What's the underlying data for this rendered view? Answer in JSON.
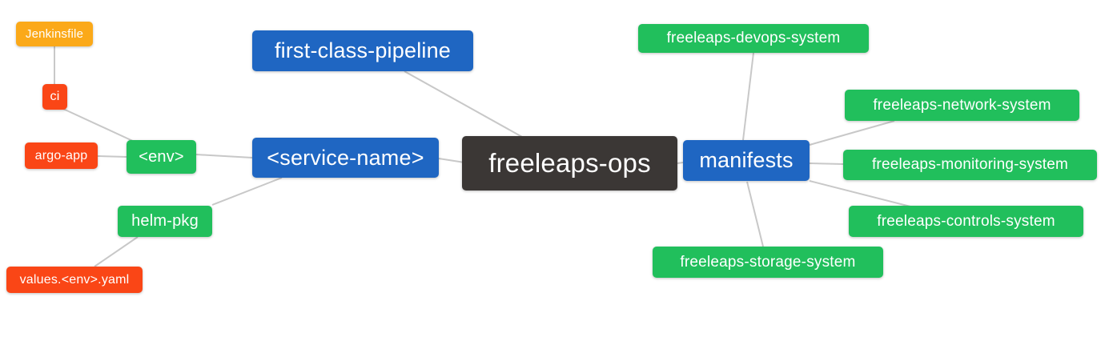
{
  "diagram": {
    "type": "mindmap",
    "root_id": "freeleaps-ops",
    "nodes": [
      {
        "id": "freeleaps-ops",
        "label": "freeleaps-ops",
        "role": "root"
      },
      {
        "id": "first-class-pipeline",
        "label": "first-class-pipeline",
        "role": "branch"
      },
      {
        "id": "service-name",
        "label": "<service-name>",
        "role": "branch"
      },
      {
        "id": "manifests",
        "label": "manifests",
        "role": "branch"
      },
      {
        "id": "env",
        "label": "<env>",
        "role": "green"
      },
      {
        "id": "helm-pkg",
        "label": "helm-pkg",
        "role": "green"
      },
      {
        "id": "ci",
        "label": "ci",
        "role": "red"
      },
      {
        "id": "argo-app",
        "label": "argo-app",
        "role": "red"
      },
      {
        "id": "jenkinsfile",
        "label": "Jenkinsfile",
        "role": "orange"
      },
      {
        "id": "values-env-yaml",
        "label": "values.<env>.yaml",
        "role": "red"
      },
      {
        "id": "freeleaps-devops-system",
        "label": "freeleaps-devops-system",
        "role": "green"
      },
      {
        "id": "freeleaps-network-system",
        "label": "freeleaps-network-system",
        "role": "green"
      },
      {
        "id": "freeleaps-monitoring-system",
        "label": "freeleaps-monitoring-system",
        "role": "green"
      },
      {
        "id": "freeleaps-controls-system",
        "label": "freeleaps-controls-system",
        "role": "green"
      },
      {
        "id": "freeleaps-storage-system",
        "label": "freeleaps-storage-system",
        "role": "green"
      }
    ],
    "edges": [
      {
        "from": "jenkinsfile",
        "to": "ci"
      },
      {
        "from": "ci",
        "to": "env"
      },
      {
        "from": "argo-app",
        "to": "env"
      },
      {
        "from": "env",
        "to": "service-name"
      },
      {
        "from": "helm-pkg",
        "to": "service-name"
      },
      {
        "from": "values-env-yaml",
        "to": "helm-pkg"
      },
      {
        "from": "service-name",
        "to": "freeleaps-ops"
      },
      {
        "from": "first-class-pipeline",
        "to": "freeleaps-ops"
      },
      {
        "from": "freeleaps-ops",
        "to": "manifests"
      },
      {
        "from": "manifests",
        "to": "freeleaps-devops-system"
      },
      {
        "from": "manifests",
        "to": "freeleaps-network-system"
      },
      {
        "from": "manifests",
        "to": "freeleaps-monitoring-system"
      },
      {
        "from": "manifests",
        "to": "freeleaps-controls-system"
      },
      {
        "from": "manifests",
        "to": "freeleaps-storage-system"
      }
    ]
  },
  "colors": {
    "root_bg": "#3B3735",
    "branch_bg": "#1F66C2",
    "green_bg": "#21BF5C",
    "green-lg_bg": "#21BF5C",
    "red_bg": "#FA4616",
    "orange_bg": "#FBA919",
    "text": "#FFFFFF",
    "edge": "#C8C8C8",
    "background": "#FFFFFF"
  }
}
